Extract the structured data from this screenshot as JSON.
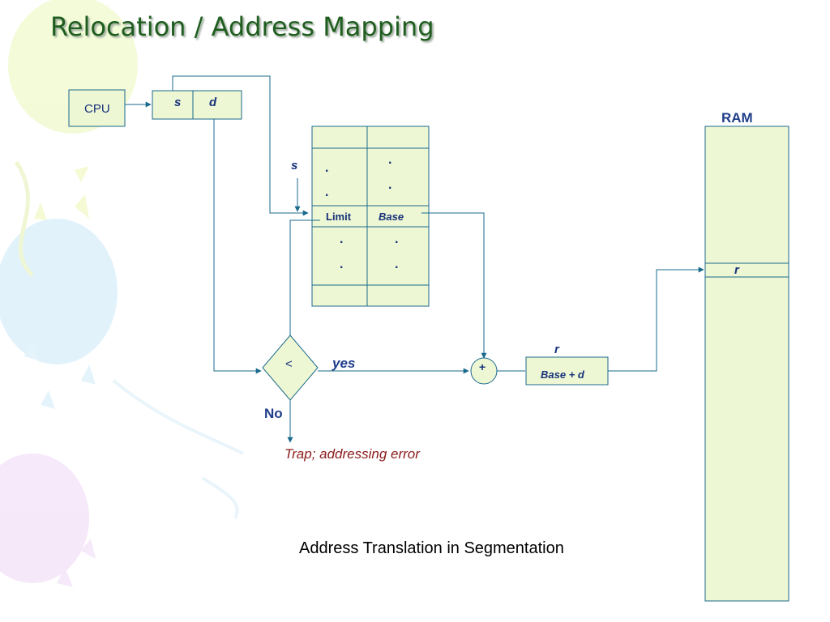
{
  "slide": {
    "title": "Relocation / Address Mapping",
    "caption": "Address Translation in Segmentation"
  },
  "diagram": {
    "cpu_label": "CPU",
    "address_s": "s",
    "address_d": "d",
    "table_index_s": "s",
    "dot": ".",
    "limit_label": "Limit",
    "base_label": "Base",
    "compare_symbol": "<",
    "yes_label": "yes",
    "no_label": "No",
    "trap_label": "Trap; addressing error",
    "adder_symbol": "+",
    "r_label_top": "r",
    "result_label": "Base + d",
    "ram_label": "RAM",
    "ram_r_label": "r"
  },
  "colors": {
    "box_fill": "#eef7d4",
    "line": "#1a6a8c",
    "dark_blue_text": "#17327a",
    "title_green": "#1f5e1f",
    "trap_red": "#8b1a1a"
  }
}
